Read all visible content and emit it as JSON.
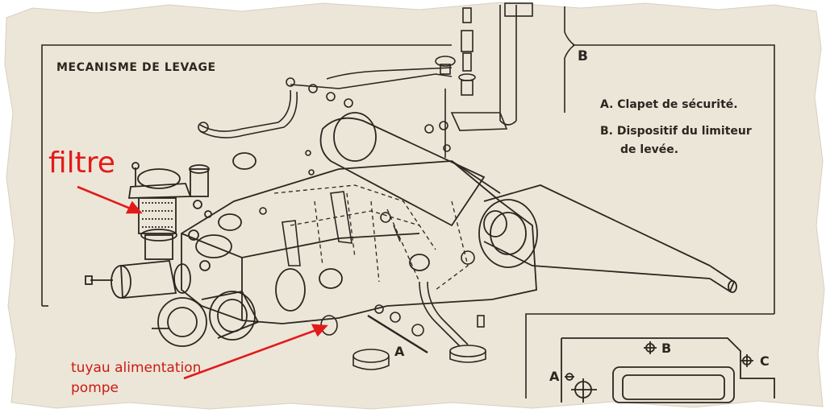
{
  "title": "MECANISME DE LEVAGE",
  "bracket_label": "B",
  "legend": {
    "a": "A. Clapet de sécurité.",
    "b_line1": "B. Dispositif du limiteur",
    "b_line2": "de levée."
  },
  "annotations": {
    "filtre": "filtre",
    "tuyau_line1": "tuyau alimentation",
    "tuyau_line2": "pompe",
    "color": "#e31a1a"
  },
  "part_labels": {
    "a_main": "A",
    "b_inset": "B",
    "c_inset": "C",
    "a_inset": "A"
  },
  "colors": {
    "paper": "#ece6d8",
    "ink": "#2b2620",
    "annotation": "#e31a1a"
  }
}
